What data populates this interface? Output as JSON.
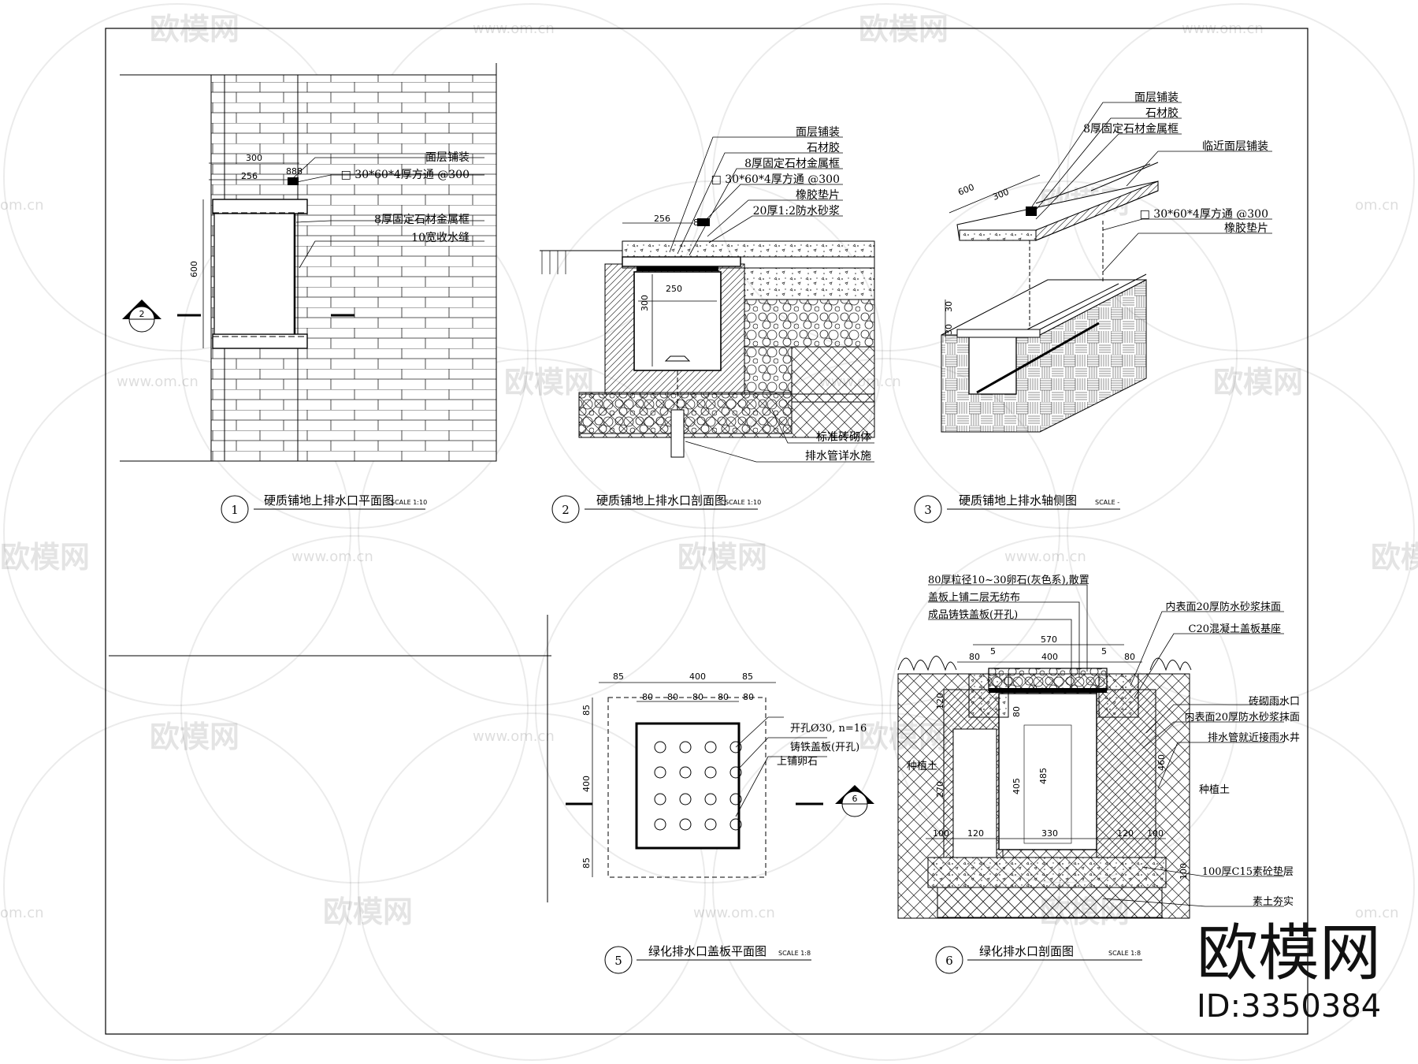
{
  "watermarks": {
    "logo_text": "欧模网",
    "url": "www.om.cn",
    "url_short": "om.cn"
  },
  "brand": {
    "name": "欧模网",
    "id": "ID:3350384"
  },
  "details": [
    {
      "num": "1",
      "title": "硬质铺地上排水口平面图",
      "scale": "SCALE 1:10",
      "notes": [
        "面层铺装",
        "□ 30*60*4厚方通 @300",
        "8厚固定石材金属框",
        "10宽收水缝"
      ],
      "dims": [
        "300",
        "256",
        "600",
        "888"
      ],
      "section_mark": "2"
    },
    {
      "num": "2",
      "title": "硬质铺地上排水口剖面图",
      "scale": "SCALE 1:10",
      "notes": [
        "面层铺装",
        "石材胶",
        "8厚固定石材金属框",
        "□ 30*60*4厚方通 @300",
        "橡胶垫片",
        "20厚1:2防水砂浆",
        "标准砖砌体",
        "排水管详水施"
      ],
      "dims": [
        "256",
        "250",
        "300",
        "888"
      ]
    },
    {
      "num": "3",
      "title": "硬质铺地上排水轴侧图",
      "scale": "SCALE -",
      "notes": [
        "面层铺装",
        "石材胶",
        "8厚固定石材金属框",
        "临近面层铺装",
        "□ 30*60*4厚方通 @300",
        "橡胶垫片"
      ],
      "dims": [
        "600",
        "300",
        "30",
        "30"
      ]
    },
    {
      "num": "5",
      "title": "绿化排水口盖板平面图",
      "scale": "SCALE 1:8",
      "notes": [
        "开孔Ø30, n=16",
        "铸铁盖板(开孔)",
        "上铺卵石"
      ],
      "dims": [
        "85",
        "400",
        "85",
        "80",
        "80",
        "80",
        "80",
        "80",
        "85",
        "400",
        "85"
      ],
      "section_mark": "6"
    },
    {
      "num": "6",
      "title": "绿化排水口剖面图",
      "scale": "SCALE 1:8",
      "notes_top": [
        "80厚粒径10~30卵石(灰色系),散置",
        "盖板上铺二层无纺布",
        "成品铸铁盖板(开孔)"
      ],
      "notes_right": [
        "内表面20厚防水砂浆抹面",
        "C20混凝土盖板基座",
        "砖砌雨水口",
        "内表面20厚防水砂浆抹面",
        "排水管就近接雨水井",
        "种植土",
        "100厚C15素砼垫层",
        "素土夯实"
      ],
      "note_left": "种植土",
      "dims": [
        "570",
        "80",
        "5",
        "400",
        "5",
        "80",
        "80",
        "120",
        "270",
        "405",
        "485",
        "100",
        "120",
        "330",
        "120",
        "100",
        "460",
        "100"
      ]
    }
  ]
}
